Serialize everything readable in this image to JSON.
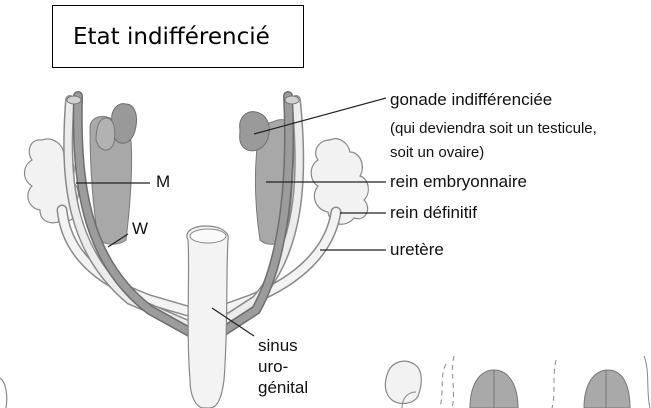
{
  "title": "Etat indifférencié",
  "labels": {
    "gonade": "gonade indifférenciée",
    "gonade_note_1": "(qui deviendra soit un testicule,",
    "gonade_note_2": "soit un ovaire)",
    "rein_embryonnaire": "rein embryonnaire",
    "rein_definitif": "rein définitif",
    "uretere": "uretère",
    "sinus_1": "sinus",
    "sinus_2": "uro-",
    "sinus_3": "génital",
    "m_duct": "M",
    "w_duct": "W"
  },
  "colors": {
    "gray_structure": "#a6a6a6",
    "light_structure": "#f0f0f0",
    "outline": "#7a7a7a",
    "dark_duct": "#8a8a8a"
  }
}
